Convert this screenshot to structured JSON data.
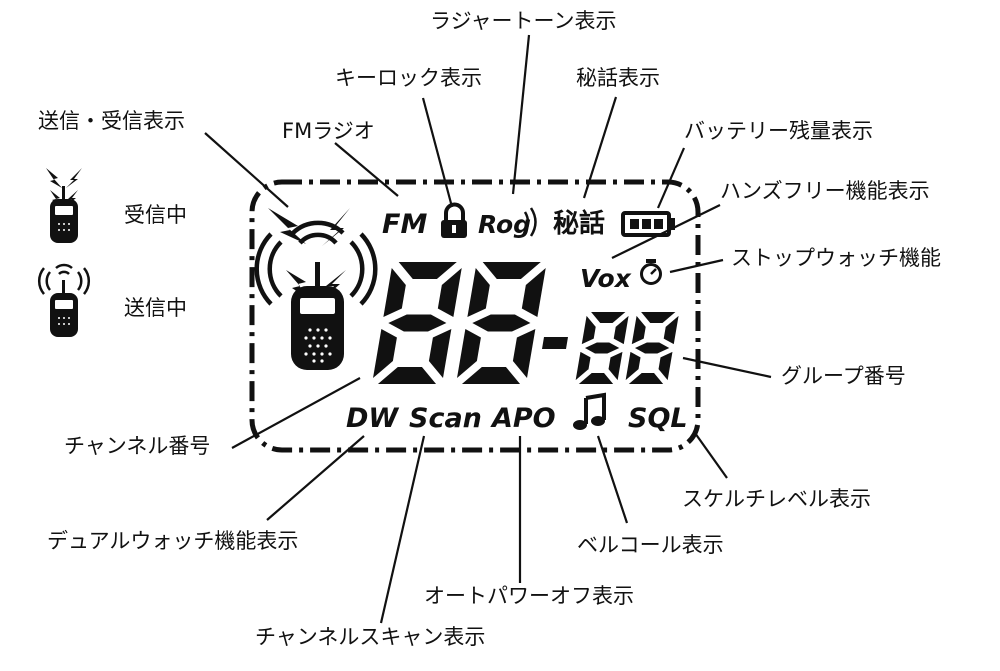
{
  "callouts": {
    "tx_rx": "送信・受信表示",
    "fm_radio": "FMラジオ",
    "key_lock": "キーロック表示",
    "roger_tone": "ラジャートーン表示",
    "scramble": "秘話表示",
    "battery": "バッテリー残量表示",
    "hands_free": "ハンズフリー機能表示",
    "stopwatch": "ストップウォッチ機能",
    "group_number": "グループ番号",
    "channel_number": "チャンネル番号",
    "squelch": "スケルチレベル表示",
    "dual_watch": "デュアルウォッチ機能表示",
    "bell_call": "ベルコール表示",
    "auto_power_off": "オートパワーオフ表示",
    "channel_scan": "チャンネルスキャン表示"
  },
  "legend": {
    "receiving": "受信中",
    "transmitting": "送信中"
  },
  "lcd": {
    "fm": "FM",
    "rog": "Rog",
    "scramble": "秘話",
    "vox": "Vox",
    "dw": "DW",
    "scan": "Scan",
    "apo": "APO",
    "sql": "SQL",
    "channel_digits": "88",
    "group_digits": "88"
  },
  "icons": {
    "radio": "walkie-talkie-icon",
    "lock": "padlock-icon",
    "battery": "battery-icon",
    "stopwatch": "stopwatch-icon",
    "note": "music-note-icon"
  }
}
